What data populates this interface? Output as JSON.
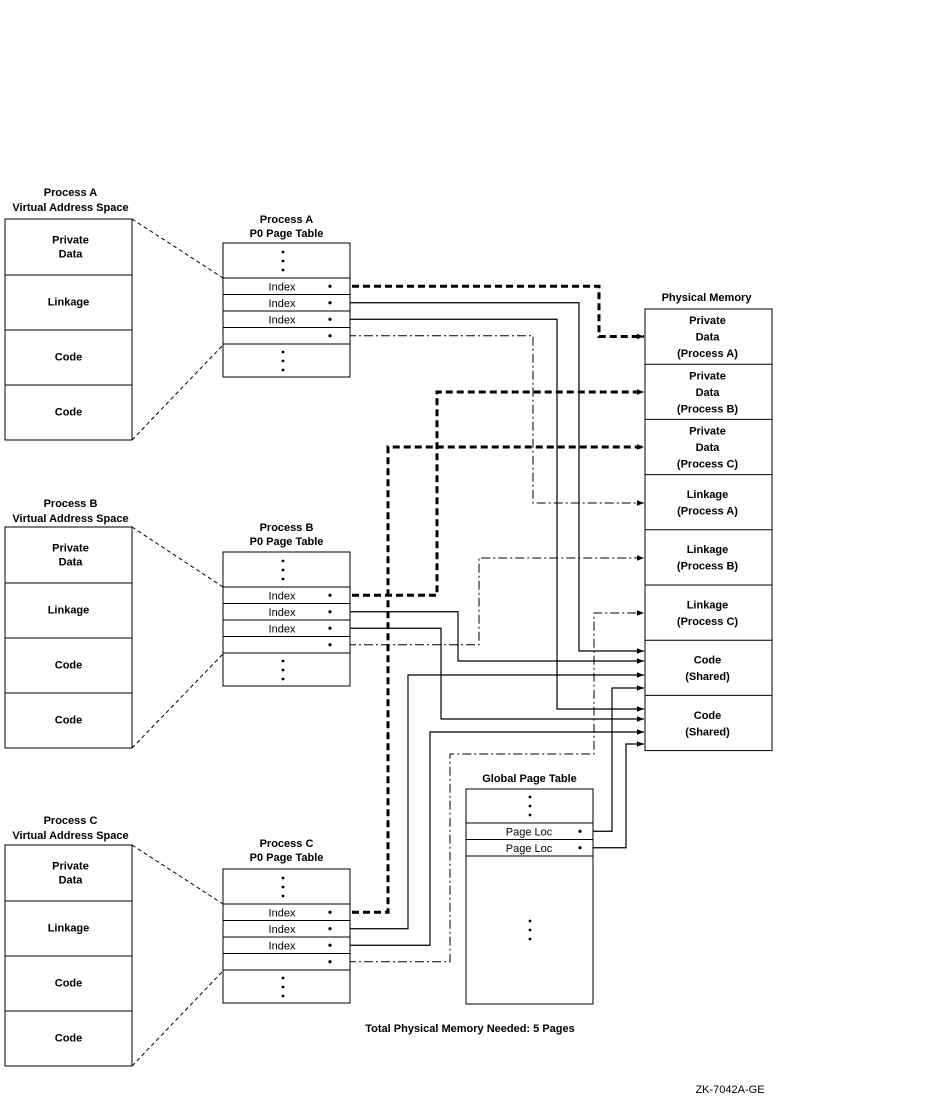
{
  "processes": [
    {
      "id": "A",
      "vas_title": [
        "Process A",
        "Virtual Address Space"
      ],
      "vas_cells": [
        [
          "Private",
          "Data"
        ],
        [
          "Linkage"
        ],
        [
          "Code"
        ],
        [
          "Code"
        ]
      ],
      "pt_title": [
        "Process A",
        "P0 Page Table"
      ],
      "pt_rows": [
        "Index",
        "Index",
        "Index",
        ""
      ]
    },
    {
      "id": "B",
      "vas_title": [
        "Process B",
        "Virtual Address Space"
      ],
      "vas_cells": [
        [
          "Private",
          "Data"
        ],
        [
          "Linkage"
        ],
        [
          "Code"
        ],
        [
          "Code"
        ]
      ],
      "pt_title": [
        "Process B",
        "P0 Page Table"
      ],
      "pt_rows": [
        "Index",
        "Index",
        "Index",
        ""
      ]
    },
    {
      "id": "C",
      "vas_title": [
        "Process C",
        "Virtual Address Space"
      ],
      "vas_cells": [
        [
          "Private",
          "Data"
        ],
        [
          "Linkage"
        ],
        [
          "Code"
        ],
        [
          "Code"
        ]
      ],
      "pt_title": [
        "Process C",
        "P0 Page Table"
      ],
      "pt_rows": [
        "Index",
        "Index",
        "Index",
        ""
      ]
    }
  ],
  "physical_memory": {
    "title": "Physical Memory",
    "cells": [
      [
        "Private",
        "Data",
        "(Process A)"
      ],
      [
        "Private",
        "Data",
        "(Process B)"
      ],
      [
        "Private",
        "Data",
        "(Process C)"
      ],
      [
        "Linkage",
        "(Process A)"
      ],
      [
        "Linkage",
        "(Process B)"
      ],
      [
        "Linkage",
        "(Process C)"
      ],
      [
        "Code",
        "(Shared)"
      ],
      [
        "Code",
        "(Shared)"
      ]
    ]
  },
  "global_page_table": {
    "title": "Global Page Table",
    "rows": [
      "Page Loc",
      "Page Loc"
    ]
  },
  "mappings": [
    {
      "from": "A.pt.0",
      "to": "pm.0",
      "style": "heavy-dashed"
    },
    {
      "from": "A.pt.1",
      "to": "pm.6",
      "style": "solid"
    },
    {
      "from": "A.pt.2",
      "to": "pm.7",
      "style": "solid"
    },
    {
      "from": "A.pt.3",
      "to": "pm.3",
      "style": "dash-dot"
    },
    {
      "from": "B.pt.0",
      "to": "pm.1",
      "style": "heavy-dashed"
    },
    {
      "from": "B.pt.1",
      "to": "pm.6",
      "style": "solid"
    },
    {
      "from": "B.pt.2",
      "to": "pm.7",
      "style": "solid"
    },
    {
      "from": "B.pt.3",
      "to": "pm.4",
      "style": "dash-dot"
    },
    {
      "from": "C.pt.0",
      "to": "pm.2",
      "style": "heavy-dashed"
    },
    {
      "from": "C.pt.1",
      "to": "pm.6",
      "style": "solid"
    },
    {
      "from": "C.pt.2",
      "to": "pm.7",
      "style": "solid"
    },
    {
      "from": "C.pt.3",
      "to": "pm.5",
      "style": "dash-dot"
    },
    {
      "from": "gpt.0",
      "to": "pm.6",
      "style": "solid"
    },
    {
      "from": "gpt.1",
      "to": "pm.7",
      "style": "solid"
    }
  ],
  "footer": {
    "total_label": "Total Physical Memory Needed:  5 Pages",
    "figure_id": "ZK-7042A-GE"
  }
}
